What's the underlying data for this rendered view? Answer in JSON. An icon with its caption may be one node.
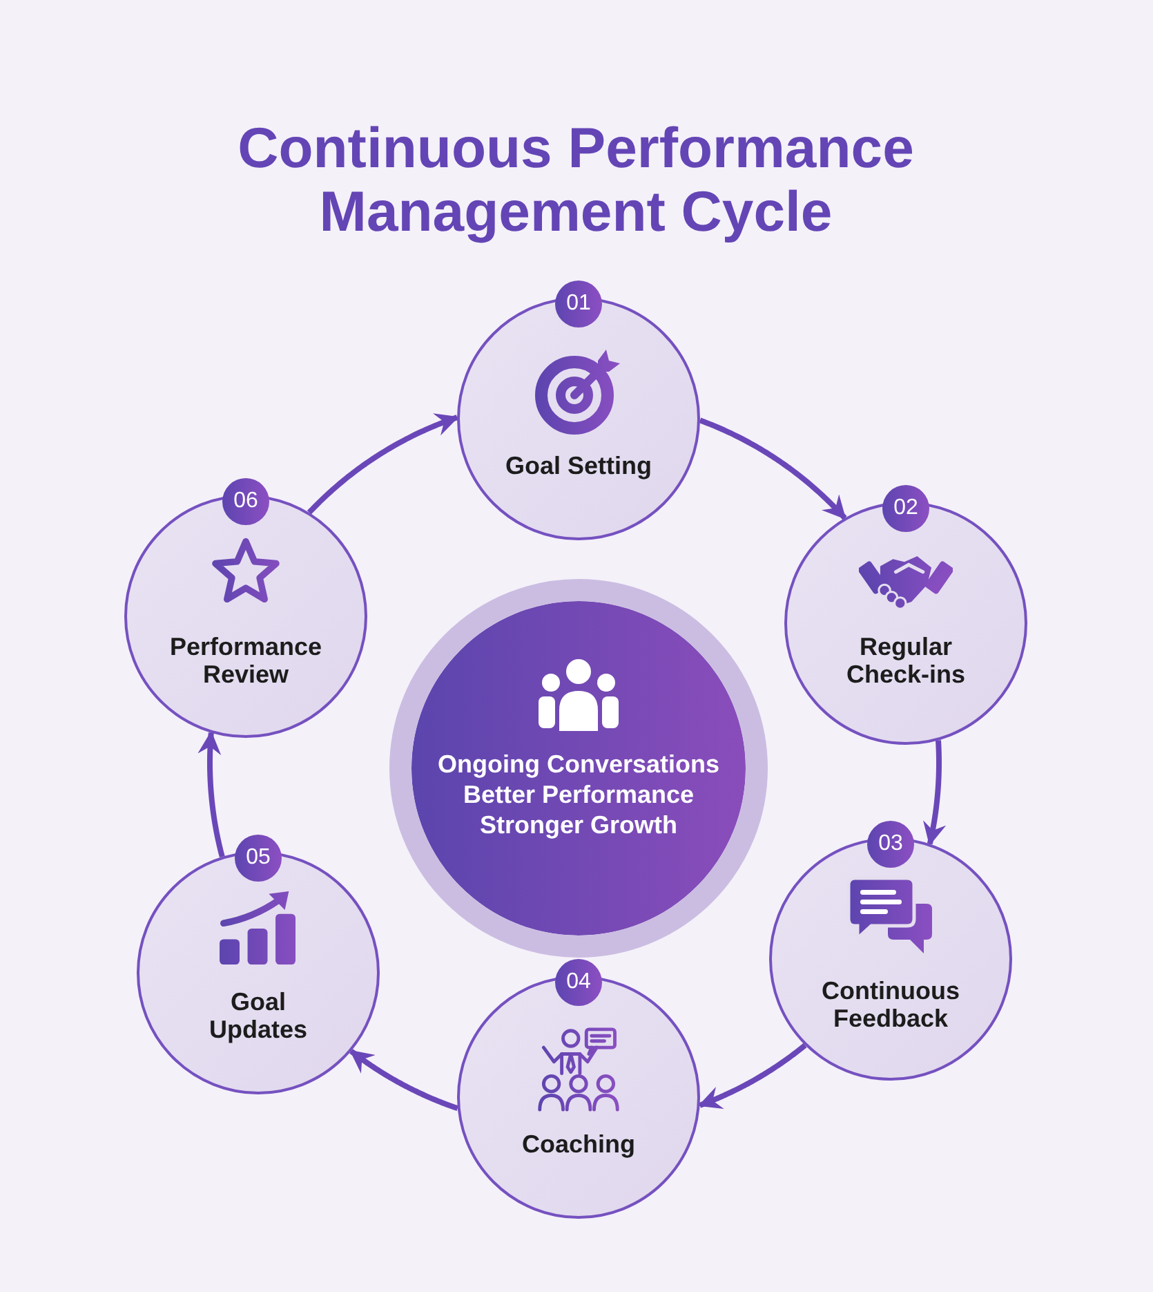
{
  "diagram": {
    "title": "Continuous Performance Management Cycle",
    "nodes": [
      {
        "text": [
          "01",
          "Goal Setting"
        ]
      },
      {
        "text": [
          "02",
          "Regular Check-ins"
        ]
      },
      {
        "text": [
          "03",
          "Continuous Feedback"
        ]
      },
      {
        "text": [
          "04",
          "Coaching"
        ]
      },
      {
        "text": [
          "05",
          "Goal Updates"
        ]
      },
      {
        "text": [
          "06",
          "Performance Review"
        ]
      },
      {
        "text": [
          "Ongoing Conversations",
          "Better Performance",
          "Stronger Growth"
        ]
      }
    ],
    "edges": [
      {
        "from": 0,
        "to": 1,
        "arrow": "to"
      },
      {
        "from": 1,
        "to": 2,
        "arrow": "to"
      },
      {
        "from": 2,
        "to": 3,
        "arrow": "to"
      },
      {
        "from": 3,
        "to": 4,
        "arrow": "to"
      },
      {
        "from": 4,
        "to": 5,
        "arrow": "to"
      },
      {
        "from": 5,
        "to": 0,
        "arrow": "to"
      }
    ]
  }
}
